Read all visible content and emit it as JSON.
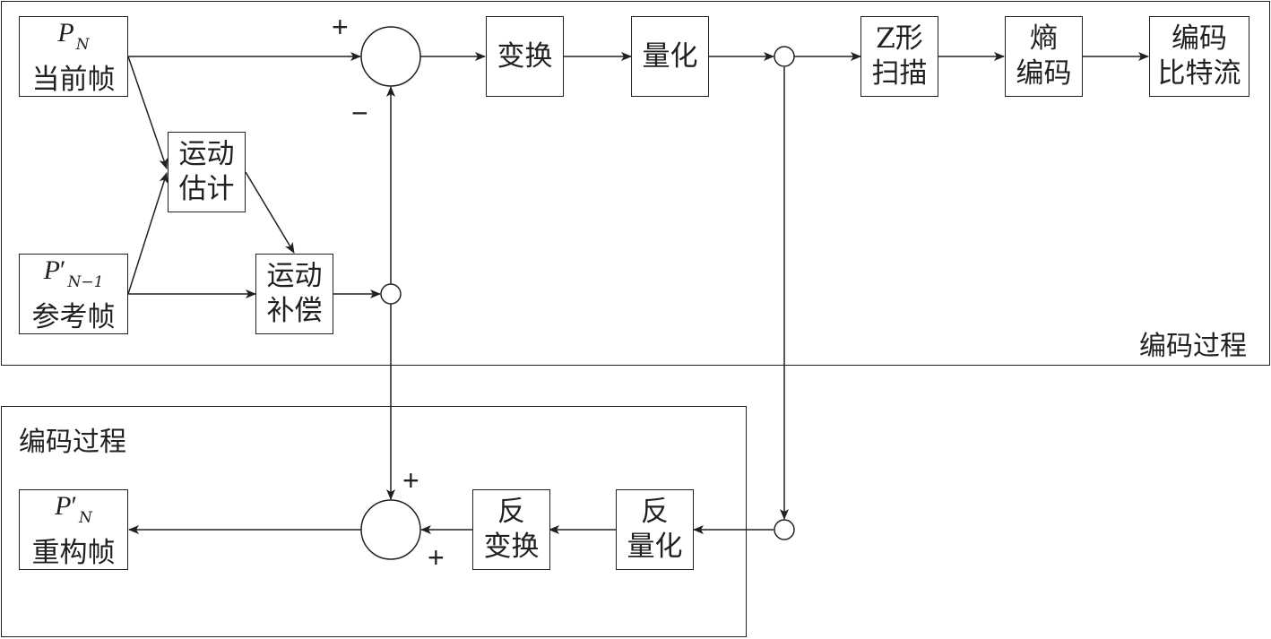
{
  "regions": {
    "top_label": "编码过程",
    "bottom_label": "编码过程"
  },
  "blocks": {
    "current_frame": {
      "symbol": "P",
      "subscript": "N",
      "label": "当前帧"
    },
    "reference_frame": {
      "symbol": "P",
      "prime": "′",
      "subscript": "N−1",
      "label": "参考帧"
    },
    "motion_estimation": {
      "line1": "运动",
      "line2": "估计"
    },
    "motion_compensation": {
      "line1": "运动",
      "line2": "补偿"
    },
    "transform": {
      "line1": "变换"
    },
    "quantize": {
      "line1": "量化"
    },
    "zscan": {
      "line1": "Z形",
      "line2": "扫描"
    },
    "entropy": {
      "line1": "熵",
      "line2": "编码"
    },
    "bitstream": {
      "line1": "编码",
      "line2": "比特流"
    },
    "inverse_quantize": {
      "line1": "反",
      "line2": "量化"
    },
    "inverse_transform": {
      "line1": "反",
      "line2": "变换"
    },
    "reconstructed_frame": {
      "symbol": "P",
      "prime": "′",
      "subscript": "N",
      "label": "重构帧"
    }
  },
  "signs": {
    "top_plus": "+",
    "top_minus": "−",
    "bottom_plus_top": "+",
    "bottom_plus_bottom": "+"
  }
}
